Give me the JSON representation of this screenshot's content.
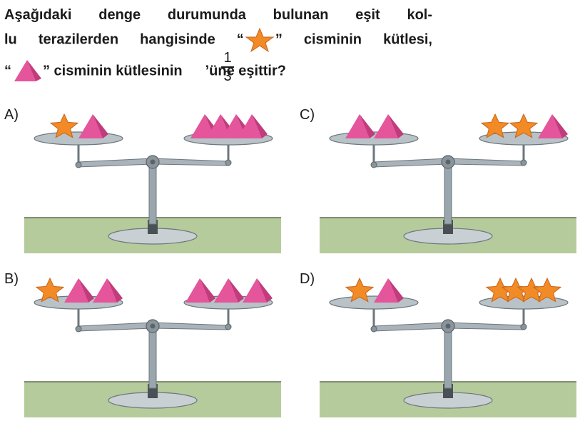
{
  "question": {
    "line1": "Aşağıdaki denge durumunda bulunan eşit kol-",
    "line2a": "lu terazilerden hangisinde “",
    "line2b": "” cisminin kütlesi,",
    "line3a": "“",
    "line3b": "” cisminin kütlesinin",
    "fraction_num": "1",
    "fraction_den": "3",
    "line3c": "’üne eşittir?"
  },
  "colors": {
    "star": "#f28a26",
    "pyramid": "#e4559b",
    "ground": "#b6cb9b",
    "scale": "#9aa6ad"
  },
  "options": [
    {
      "label": "A)",
      "left": [
        "star",
        "pyramid"
      ],
      "right": [
        "pyramid",
        "pyramid",
        "pyramid",
        "pyramid"
      ]
    },
    {
      "label": "B)",
      "left": [
        "star",
        "pyramid",
        "pyramid"
      ],
      "right": [
        "pyramid",
        "pyramid",
        "pyramid"
      ]
    },
    {
      "label": "C)",
      "left": [
        "pyramid",
        "pyramid"
      ],
      "right": [
        "star",
        "star",
        "pyramid"
      ]
    },
    {
      "label": "D)",
      "left": [
        "star",
        "pyramid"
      ],
      "right": [
        "star",
        "star",
        "star",
        "star"
      ]
    }
  ]
}
